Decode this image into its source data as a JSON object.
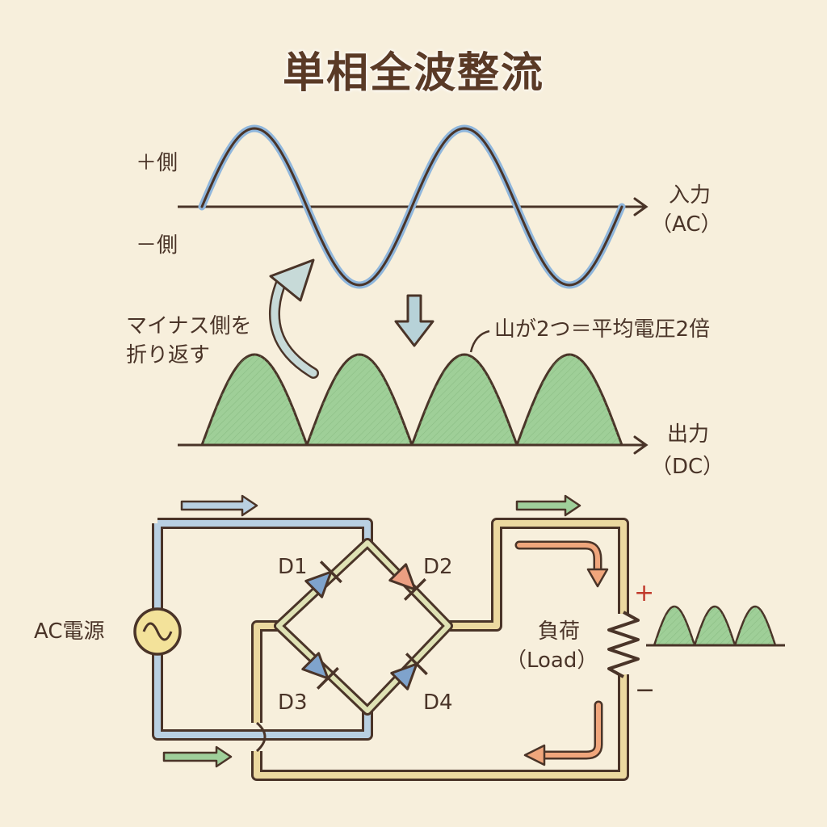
{
  "title": "単相全波整流",
  "waveform": {
    "plus_side": "＋側",
    "minus_side": "－側",
    "input_label": "入力",
    "input_type": "（AC）",
    "fold_note_line1": "マイナス側を",
    "fold_note_line2": "折り返す",
    "peaks_note": "山が2つ＝平均電圧2倍",
    "output_label": "出力",
    "output_type": "（DC）"
  },
  "circuit": {
    "source_label": "AC電源",
    "diodes": [
      "D1",
      "D2",
      "D3",
      "D4"
    ],
    "load_label": "負荷",
    "load_sub": "（Load）",
    "plus": "+",
    "minus": "−"
  },
  "colors": {
    "background": "#f7efdc",
    "ink": "#4a3428",
    "ac_wave": "#8fb6dc",
    "dc_fill": "#9fcf98",
    "wire_blue": "#b9d0e2",
    "wire_yellow": "#ecd9a0",
    "diode_blue": "#7fa3cc",
    "diode_orange": "#ec9f82",
    "arrow_orange": "#f0a67c",
    "arrow_green": "#9fcf9a",
    "plus_red": "#c0392b"
  }
}
